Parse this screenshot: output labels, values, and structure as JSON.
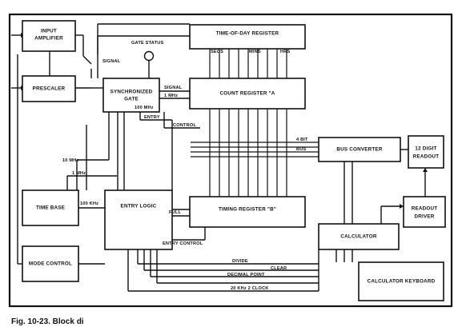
{
  "blocks": {
    "input_amplifier": [
      "INPUT",
      "AMPLIFIER"
    ],
    "prescaler": "PRESCALER",
    "synchronized_gate": [
      "SYNCHRONIZED",
      "GATE"
    ],
    "time_of_day_register": "TIME-OF-DAY REGISTER",
    "count_register_a": "COUNT REGISTER \"A",
    "bus_converter": "BUS CONVERTER",
    "readout_12_digit": [
      "12 DIGIT",
      "READOUT"
    ],
    "readout_driver": [
      "READOUT",
      "DRIVER"
    ],
    "time_base": "TIME BASE",
    "entry_logic": "ENTRY LOGIC",
    "timing_register_b": "TIMING REGISTER \"B\"",
    "calculator": "CALCULATOR",
    "mode_control": "MODE CONTROL",
    "calculator_keyboard": "CALCULATOR KEYBOARD"
  },
  "signals": {
    "gate_status": "GATE STATUS",
    "signal_top": "SIGNAL",
    "signal_right": "SIGNAL",
    "one_mhz_right": "1 MHz",
    "hundred_mhz": "100 MHz",
    "entry": "ENTRY",
    "control": "CONTROL",
    "secs": "SECS",
    "mins": "MINS",
    "hrs": "HRS",
    "four_bit": "4 BIT",
    "bus": "BUS",
    "ten_mhz": "10 MHz",
    "one_mhz_left": "1 MHz",
    "hundred_khz": "100 KHz",
    "full": "FULL",
    "entry_control": "ENTRY CONTROL",
    "divide": "DIVIDE",
    "clear": "CLEAR",
    "decimal_point": "DECIMAL POINT",
    "clock": "20 KHz 2 CLOCK"
  },
  "caption": "Fig. 10-23. Block di"
}
